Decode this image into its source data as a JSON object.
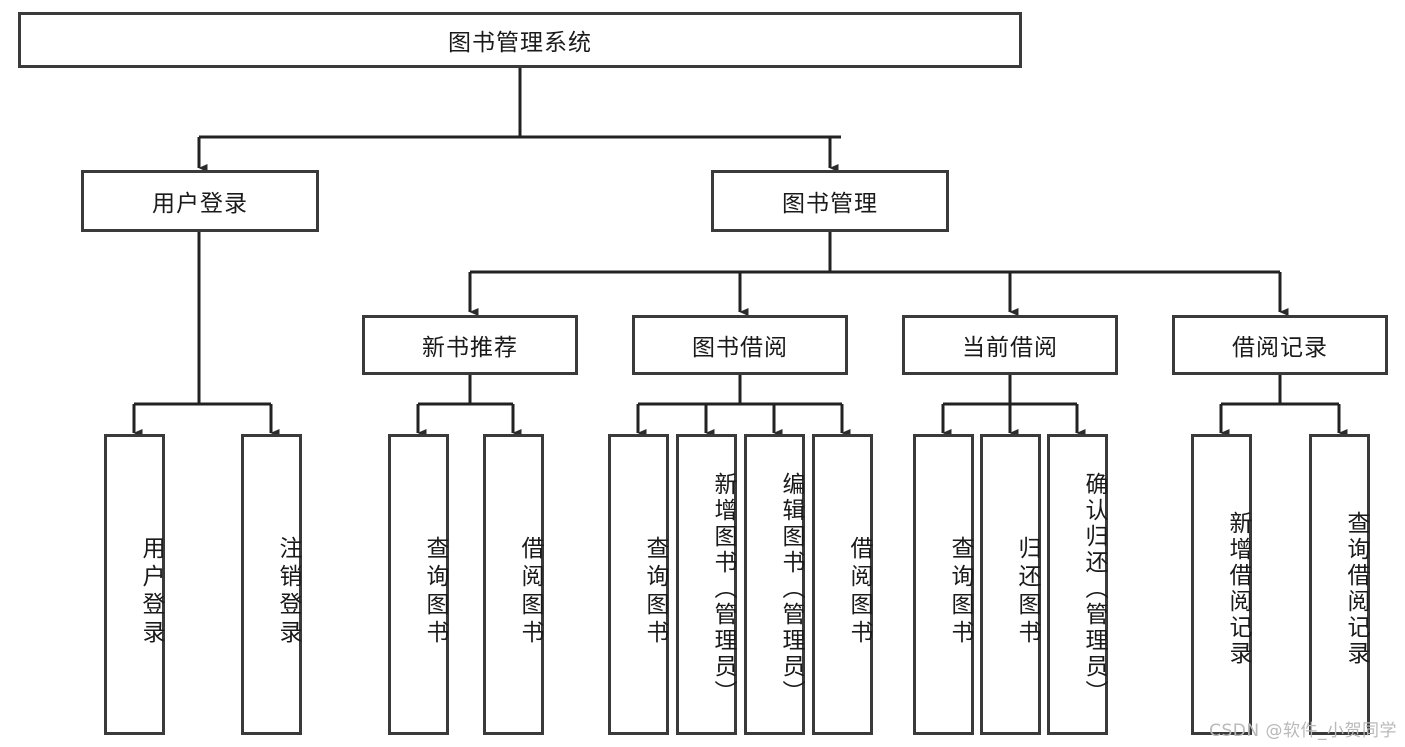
{
  "diagram": {
    "title": "图书管理系统",
    "type": "tree-hierarchy-diagram",
    "colors": {
      "box_border": "#3a3a3a",
      "box_fill": "#ffffff",
      "edge": "#222222",
      "background": "#ffffff",
      "watermark": "#b9b9b9"
    },
    "levels": {
      "root": {
        "label": "图书管理系统"
      },
      "level2": [
        {
          "label": "用户登录"
        },
        {
          "label": "图书管理"
        }
      ],
      "level3": [
        {
          "label": "新书推荐"
        },
        {
          "label": "图书借阅"
        },
        {
          "label": "当前借阅"
        },
        {
          "label": "借阅记录"
        }
      ],
      "leaves": [
        {
          "label": "用户登录",
          "parent": "用户登录"
        },
        {
          "label": "注销登录",
          "parent": "用户登录"
        },
        {
          "label": "查询图书",
          "parent": "新书推荐"
        },
        {
          "label": "借阅图书",
          "parent": "新书推荐"
        },
        {
          "label": "查询图书",
          "parent": "图书借阅"
        },
        {
          "label": "新增图书（管理员）",
          "parent": "图书借阅"
        },
        {
          "label": "编辑图书（管理员）",
          "parent": "图书借阅"
        },
        {
          "label": "借阅图书",
          "parent": "图书借阅"
        },
        {
          "label": "查询图书",
          "parent": "当前借阅"
        },
        {
          "label": "归还图书",
          "parent": "当前借阅"
        },
        {
          "label": "确认归还（管理员）",
          "parent": "当前借阅"
        },
        {
          "label": "新增借阅记录",
          "parent": "借阅记录"
        },
        {
          "label": "查询借阅记录",
          "parent": "借阅记录"
        }
      ]
    }
  },
  "watermark": {
    "text": "CSDN @软件_小贺同学"
  }
}
